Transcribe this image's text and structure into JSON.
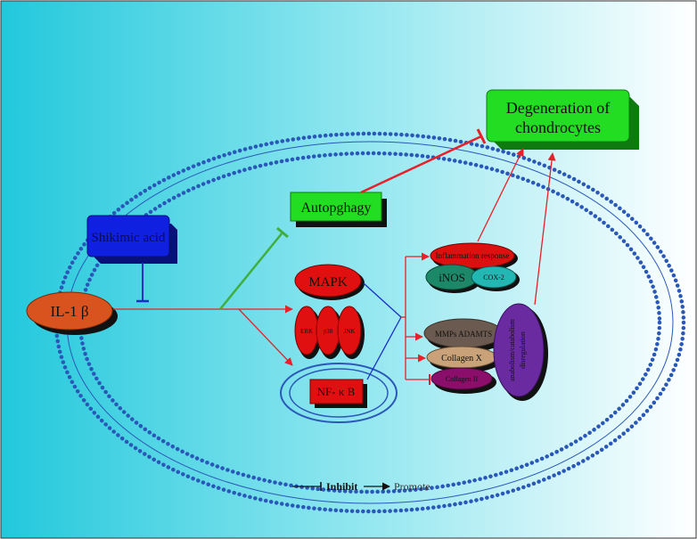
{
  "nodes": {
    "degeneration_line1": "Degeneration of",
    "degeneration_line2": "chondrocytes",
    "autophagy": "Autopghagy",
    "shikimic_acid": "Shikimic acid",
    "il1b": "IL-1 β",
    "mapk": "MAPK",
    "erk": "ERK",
    "p38": "p38",
    "jnk": "JNK",
    "nfkb": "NF- κ B",
    "inflammation": "Inflammation response",
    "inos": "iNOS",
    "cox2": "COX-2",
    "mmps": "MMPs ADAMTS",
    "collagen_x": "Collagen X",
    "collagen_ii": "Collagen II",
    "ecm_line1": "anabolism/catabolism",
    "ecm_line2": "disregulation"
  },
  "legend": {
    "inhibit": "Inhibit",
    "promote": "Promote"
  },
  "colors": {
    "promote_arrow": "#e8202a",
    "inhibit_blue": "#1a2fc8",
    "inhibit_green": "#3fae3f",
    "green_box": "#22dd22",
    "blue_box": "#1020e0",
    "il1b_fill": "#d9531e",
    "red_fill": "#e01010",
    "membrane": "#2a58b8"
  }
}
